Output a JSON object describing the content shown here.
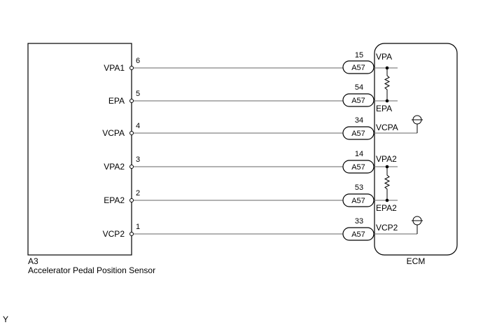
{
  "sensor": {
    "id": "A3",
    "name": "Accelerator Pedal Position Sensor"
  },
  "ecm": {
    "name": "ECM"
  },
  "wires": [
    {
      "sensor_label": "VPA1",
      "sensor_pin": "6",
      "ecm_pin": "15",
      "connector": "A57",
      "ecm_label": "VPA"
    },
    {
      "sensor_label": "EPA",
      "sensor_pin": "5",
      "ecm_pin": "54",
      "connector": "A57",
      "ecm_label": "EPA"
    },
    {
      "sensor_label": "VCPA",
      "sensor_pin": "4",
      "ecm_pin": "34",
      "connector": "A57",
      "ecm_label": "VCPA"
    },
    {
      "sensor_label": "VPA2",
      "sensor_pin": "3",
      "ecm_pin": "14",
      "connector": "A57",
      "ecm_label": "VPA2"
    },
    {
      "sensor_label": "EPA2",
      "sensor_pin": "2",
      "ecm_pin": "53",
      "connector": "A57",
      "ecm_label": "EPA2"
    },
    {
      "sensor_label": "VCP2",
      "sensor_pin": "1",
      "ecm_pin": "33",
      "connector": "A57",
      "ecm_label": "VCP2"
    }
  ],
  "footer_code": "Y"
}
